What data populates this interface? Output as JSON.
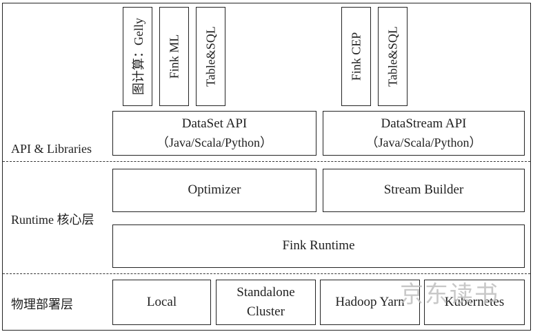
{
  "layers": {
    "api": "API & Libraries",
    "runtime": "Runtime 核心层",
    "physical": "物理部署层"
  },
  "libraries": {
    "dataset": [
      "图计算：Gelly",
      "Fink ML",
      "Table&SQL"
    ],
    "datastream": [
      "Fink CEP",
      "Table&SQL"
    ]
  },
  "apis": {
    "dataset": {
      "title": "DataSet API",
      "langs": "（Java/Scala/Python）"
    },
    "datastream": {
      "title": "DataStream API",
      "langs": "（Java/Scala/Python）"
    }
  },
  "runtime": {
    "optimizer": "Optimizer",
    "stream_builder": "Stream Builder",
    "fink_runtime": "Fink Runtime"
  },
  "deploy": {
    "local": "Local",
    "standalone_line1": "Standalone",
    "standalone_line2": "Cluster",
    "yarn": "Hadoop Yarn",
    "kubernetes": "Kubernetes"
  },
  "watermark": "京东读书"
}
